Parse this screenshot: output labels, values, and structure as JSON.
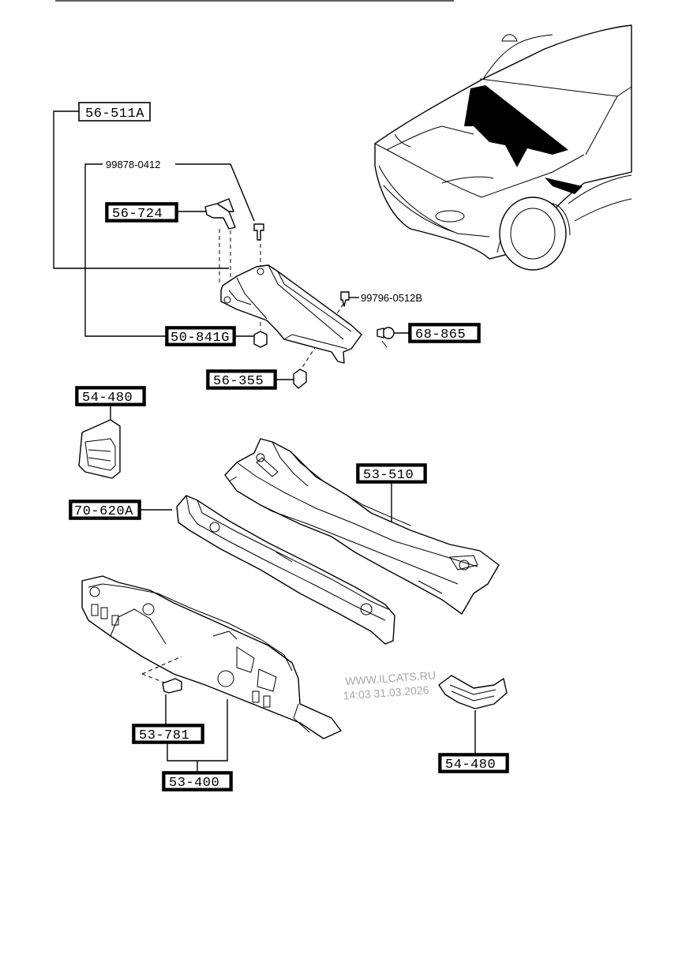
{
  "callouts": {
    "c_56_511a": "56-511A",
    "c_56_724": "56-724",
    "c_50_841g": "50-841G",
    "c_56_355": "56-355",
    "c_68_865": "68-865",
    "c_54_480_top": "54-480",
    "c_53_510": "53-510",
    "c_70_620a": "70-620A",
    "c_53_781": "53-781",
    "c_53_400": "53-400",
    "c_54_480_bottom": "54-480"
  },
  "part_numbers": {
    "pn_99878": "99878-0412",
    "pn_99796": "99796-0512B"
  },
  "watermark": {
    "site": "WWW.ILCATS.RU",
    "timestamp": "14:03 31.03.2026"
  }
}
